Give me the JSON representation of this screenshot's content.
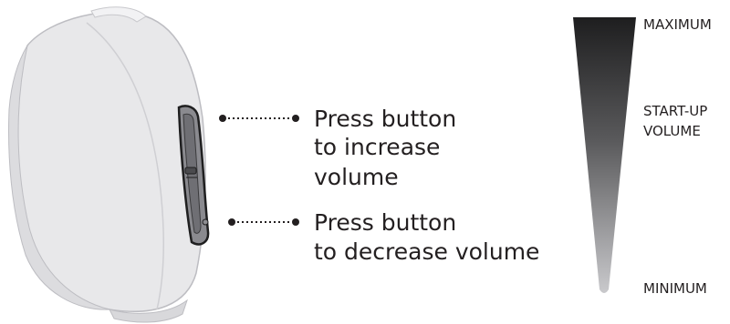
{
  "device": {
    "shell_color": "#e8e8ea",
    "outline_color": "#bdbdc2",
    "button_color": "#8a8a8f"
  },
  "callouts": {
    "increase": {
      "line1": "Press button",
      "line2": "to increase",
      "line3": "volume"
    },
    "decrease": {
      "line1": "Press button",
      "line2": "to decrease volume"
    }
  },
  "volume_scale": {
    "maximum_label": "MAXIMUM",
    "startup_label_line1": "START-UP",
    "startup_label_line2": "VOLUME",
    "minimum_label": "MINIMUM",
    "dark_color": "#1e1e1f",
    "light_color": "#c9c9cc"
  }
}
